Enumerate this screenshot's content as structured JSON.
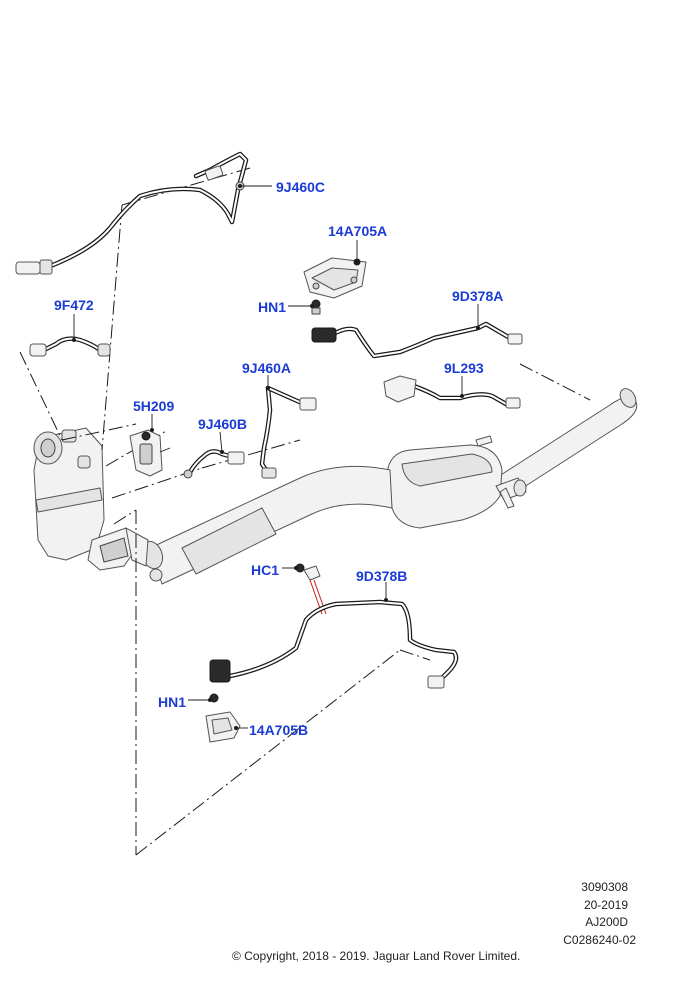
{
  "colors": {
    "label": "#1a3bd6",
    "line": "#1b1b1b",
    "part_outline": "#555555",
    "part_fill": "#f2f2f2",
    "highlight": "#cc1b1b"
  },
  "callouts": [
    {
      "id": "9J460C",
      "text": "9J460C"
    },
    {
      "id": "14A705A",
      "text": "14A705A"
    },
    {
      "id": "HN1_top",
      "text": "HN1"
    },
    {
      "id": "9D378A",
      "text": "9D378A"
    },
    {
      "id": "9F472",
      "text": "9F472"
    },
    {
      "id": "9J460A",
      "text": "9J460A"
    },
    {
      "id": "9L293",
      "text": "9L293"
    },
    {
      "id": "5H209",
      "text": "5H209"
    },
    {
      "id": "9J460B",
      "text": "9J460B"
    },
    {
      "id": "HC1",
      "text": "HC1"
    },
    {
      "id": "9D378B",
      "text": "9D378B"
    },
    {
      "id": "HN1_bottom",
      "text": "HN1"
    },
    {
      "id": "14A705B",
      "text": "14A705B"
    }
  ],
  "footer": {
    "illustration_number": "3090308",
    "year_range": "20-2019",
    "model_code": "AJ200D",
    "reference": "C0286240-02",
    "copyright": "© Copyright, 2018 - 2019. Jaguar Land Rover Limited."
  }
}
